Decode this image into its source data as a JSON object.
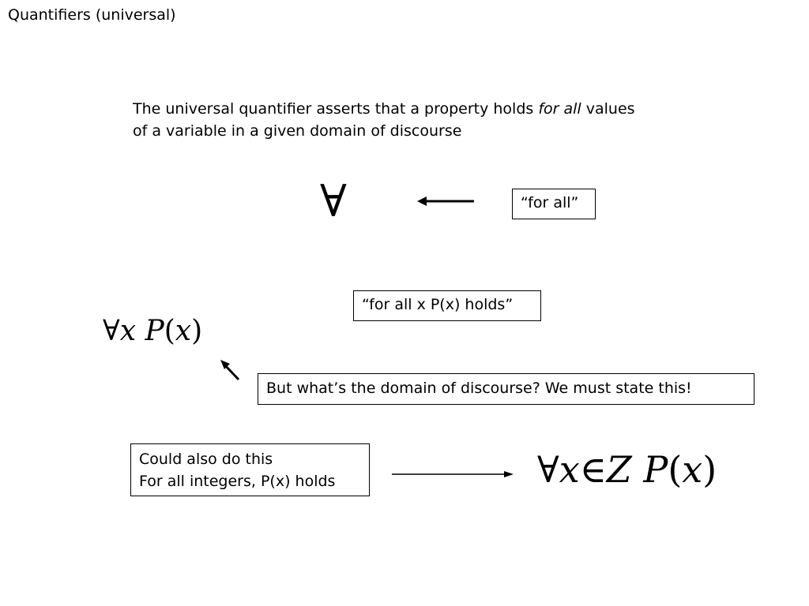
{
  "title": "Quantifiers (universal)",
  "intro": {
    "line1_pre": "The universal quantifier asserts that a property holds ",
    "line1_em": "for all",
    "line1_post": " values",
    "line2": "of a variable in a given domain of discourse"
  },
  "symbol_forall": "∀",
  "box_for_all": "“for all”",
  "box_for_all_x": "“for all x P(x) holds”",
  "formula1": {
    "forall": "∀",
    "var": "x",
    "pred": "P",
    "lparen": "(",
    "arg": "x",
    "rparen": ")"
  },
  "box_domain": "But what’s the domain of  discourse? We must state this!",
  "box_could": {
    "line1": "Could also do this",
    "line2": "For all integers, P(x) holds"
  },
  "formula2": {
    "forall": "∀",
    "var": "x",
    "in": "∈",
    "set": "Z",
    "pred": "P",
    "lparen": "(",
    "arg": "x",
    "rparen": ")"
  }
}
